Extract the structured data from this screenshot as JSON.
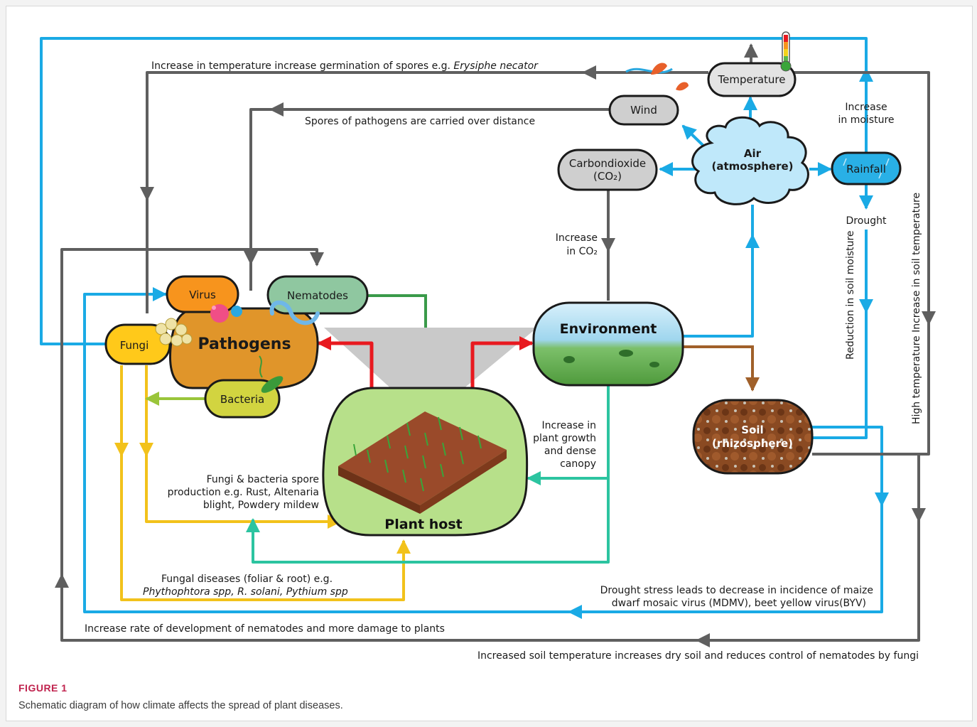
{
  "figure": {
    "label": "FIGURE 1",
    "caption": "Schematic diagram of how climate affects the spread of plant diseases."
  },
  "colors": {
    "blue": "#1aaae5",
    "gray": "#5f5f5f",
    "yellow": "#f2c21b",
    "green_dark": "#3a9a4a",
    "teal": "#2cc4a0",
    "lime": "#9ac53a",
    "red": "#e8191f",
    "brown": "#a0602a",
    "pathogens_fill": "#e0952a",
    "plant_fill": "#b7e08a"
  },
  "nodes": {
    "pathogens": "Pathogens",
    "virus": "Virus",
    "nematodes": "Nematodes",
    "fungi": "Fungi",
    "bacteria": "Bacteria",
    "plant_host": "Plant host",
    "environment": "Environment",
    "soil_l1": "Soil",
    "soil_l2": "(rhizosphere)",
    "air_l1": "Air",
    "air_l2": "(atmosphere)",
    "carbondioxide_l1": "Carbondioxide",
    "carbondioxide_l2": "(CO₂)",
    "wind": "Wind",
    "temperature": "Temperature",
    "rainfall": "Rainfall"
  },
  "labels": {
    "temp_germination": "Increase in temperature increase germination of spores e.g. ",
    "temp_germination_species": "Erysiphe necator",
    "spores_distance": "Spores of pathogens are carried over distance",
    "increase_moisture_l1": "Increase",
    "increase_moisture_l2": "in moisture",
    "drought": "Drought",
    "increase_co2_l1": "Increase",
    "increase_co2_l2": "in CO₂",
    "reduction_soil_moisture": "Reduction in soil moisture",
    "high_temp_soil": "High temperature Increase in soil temperature",
    "plant_growth_l1": "Increase in",
    "plant_growth_l2": "plant growth",
    "plant_growth_l3": "and dense",
    "plant_growth_l4": "canopy",
    "spore_production_l1": "Fungi & bacteria spore",
    "spore_production_l2": "production e.g. Rust, Altenaria",
    "spore_production_l3": "blight, Powdery mildew",
    "fungal_diseases_l1": "Fungal diseases (foliar & root) e.g.",
    "fungal_diseases_l2": "Phythophtora spp, R. solani, Pythium spp",
    "drought_stress_l1": "Drought stress leads to decrease in incidence of maize",
    "drought_stress_l2": "dwarf mosaic virus (MDMV), beet yellow virus(BYV)",
    "nematode_development": "Increase rate of development of nematodes and more damage to plants",
    "soil_temp_nematodes": "Increased soil temperature increases dry soil and reduces control of nematodes by fungi"
  }
}
